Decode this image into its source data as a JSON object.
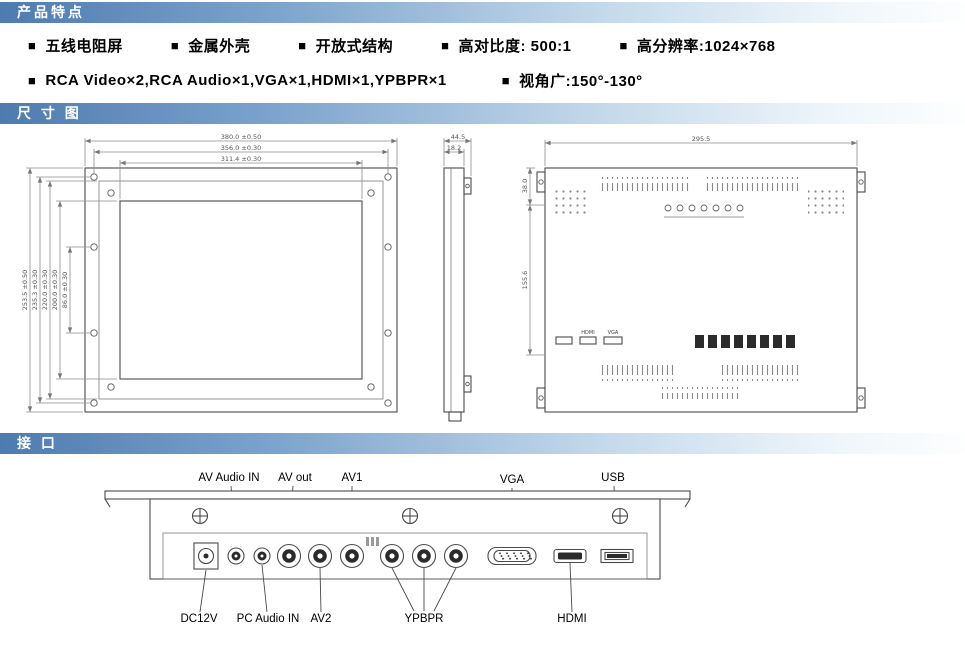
{
  "colors": {
    "bar_gradient_left": "#4e7bb0",
    "bar_gradient_right": "#fdfefe",
    "bar_text": "#ffffff",
    "drawing_line": "#4a4a4a",
    "dimension_text": "#555555"
  },
  "features": {
    "title": "产品特点",
    "bullet": "■",
    "line1": [
      "五线电阻屏",
      "金属外壳",
      "开放式结构",
      "高对比度: 500:1",
      "高分辨率:1024×768"
    ],
    "line2": [
      "RCA Video×2,RCA Audio×1,VGA×1,HDMI×1,YPBPR×1",
      "视角广:150°-130°"
    ]
  },
  "dimensions": {
    "title": "尺 寸 图",
    "front": {
      "top_dims": [
        "380.0 ±0.50",
        "356.0 ±0.30",
        "311.4 ±0.30"
      ],
      "side_dims": [
        "253.5 ±0.50",
        "235.3 ±0.30",
        "220.0 ±0.30",
        "200.0 ±0.30",
        "86.0 ±0.30"
      ]
    },
    "side": {
      "dims": [
        "44.5",
        "18.2"
      ]
    },
    "back": {
      "top_dim": "295.5",
      "side_dims": [
        "38.0",
        "155.6"
      ],
      "port_labels": [
        "HDMI",
        "VGA"
      ]
    }
  },
  "interface": {
    "title": "接 口",
    "top_labels": [
      "AV Audio IN",
      "AV out",
      "AV1",
      "VGA",
      "USB"
    ],
    "bottom_labels": [
      "DC12V",
      "PC Audio IN",
      "AV2",
      "YPBPR",
      "HDMI"
    ]
  }
}
